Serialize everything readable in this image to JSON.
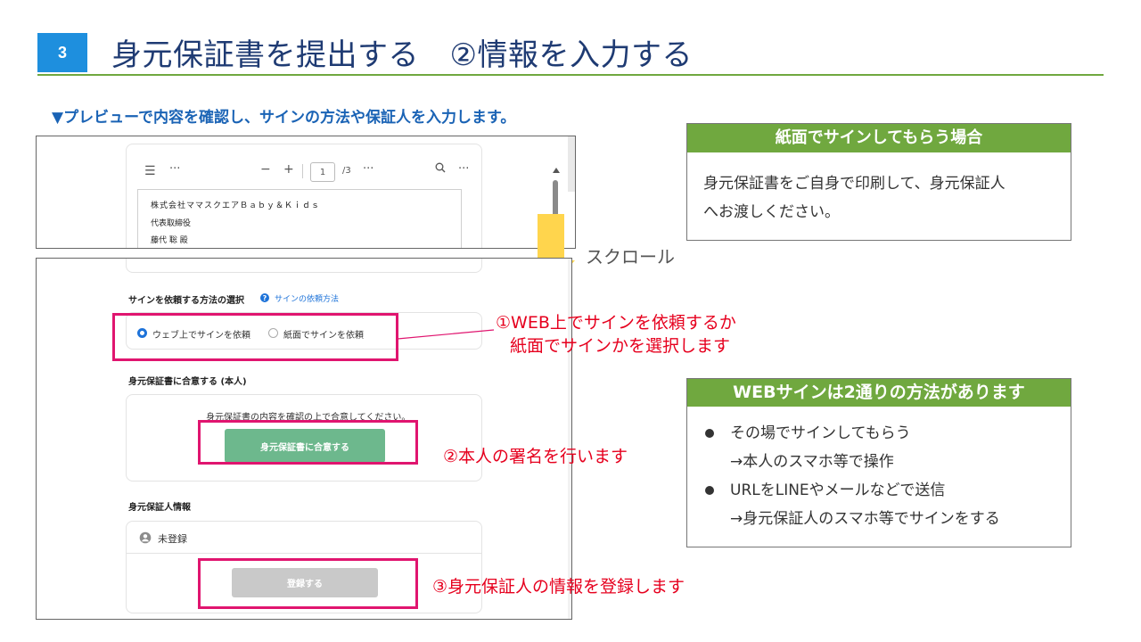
{
  "header": {
    "step_number": "3",
    "title": "身元保証書を提出する　②情報を入力する",
    "subheading": "▼プレビューで内容を確認し、サインの方法や保証人を入力します。"
  },
  "preview": {
    "page_current": "1",
    "page_total": "/3",
    "zoom_out": "−",
    "zoom_in": "+",
    "more": "···",
    "lines": [
      "株式会社ママスクエアＢａｂｙ＆Ｋｉｄｓ",
      "代表取締役",
      "藤代 聡 殿"
    ]
  },
  "form": {
    "sign_method_label": "サインを依頼する方法の選択",
    "sign_method_help": "サインの依頼方法",
    "radio_web": "ウェブ上でサインを依頼",
    "radio_paper": "紙面でサインを依頼",
    "agree_label": "身元保証書に合意する (本人)",
    "agree_note": "身元保証書の内容を確認の上で合意してください。",
    "agree_button": "身元保証書に合意する",
    "guarantor_label": "身元保証人情報",
    "guarantor_status": "未登録",
    "register_button": "登録する"
  },
  "annotations": {
    "scroll": "スクロール",
    "note1_line1": "①WEB上でサインを依頼するか",
    "note1_line2": "紙面でサインかを選択します",
    "note2": "②本人の署名を行います",
    "note3": "③身元保証人の情報を登録します"
  },
  "paper_box": {
    "title": "紙面でサインしてもらう場合",
    "line1": "身元保証書をご自身で印刷して、身元保証人",
    "line2": "へお渡しください。"
  },
  "web_box": {
    "title": "WEBサインは2通りの方法があります",
    "item1": "その場でサインしてもらう",
    "item1_sub": "→本人のスマホ等で操作",
    "item2": "URLをLINEやメールなどで送信",
    "item2_sub": "→身元保証人のスマホ等でサインをする"
  },
  "colors": {
    "accent_green": "#70a83f",
    "title_blue": "#1f3b73",
    "badge_blue": "#1e8fde",
    "highlight_pink": "#e0156f",
    "annotation_red": "#e6001e",
    "arrow_yellow": "#ffd54d"
  }
}
